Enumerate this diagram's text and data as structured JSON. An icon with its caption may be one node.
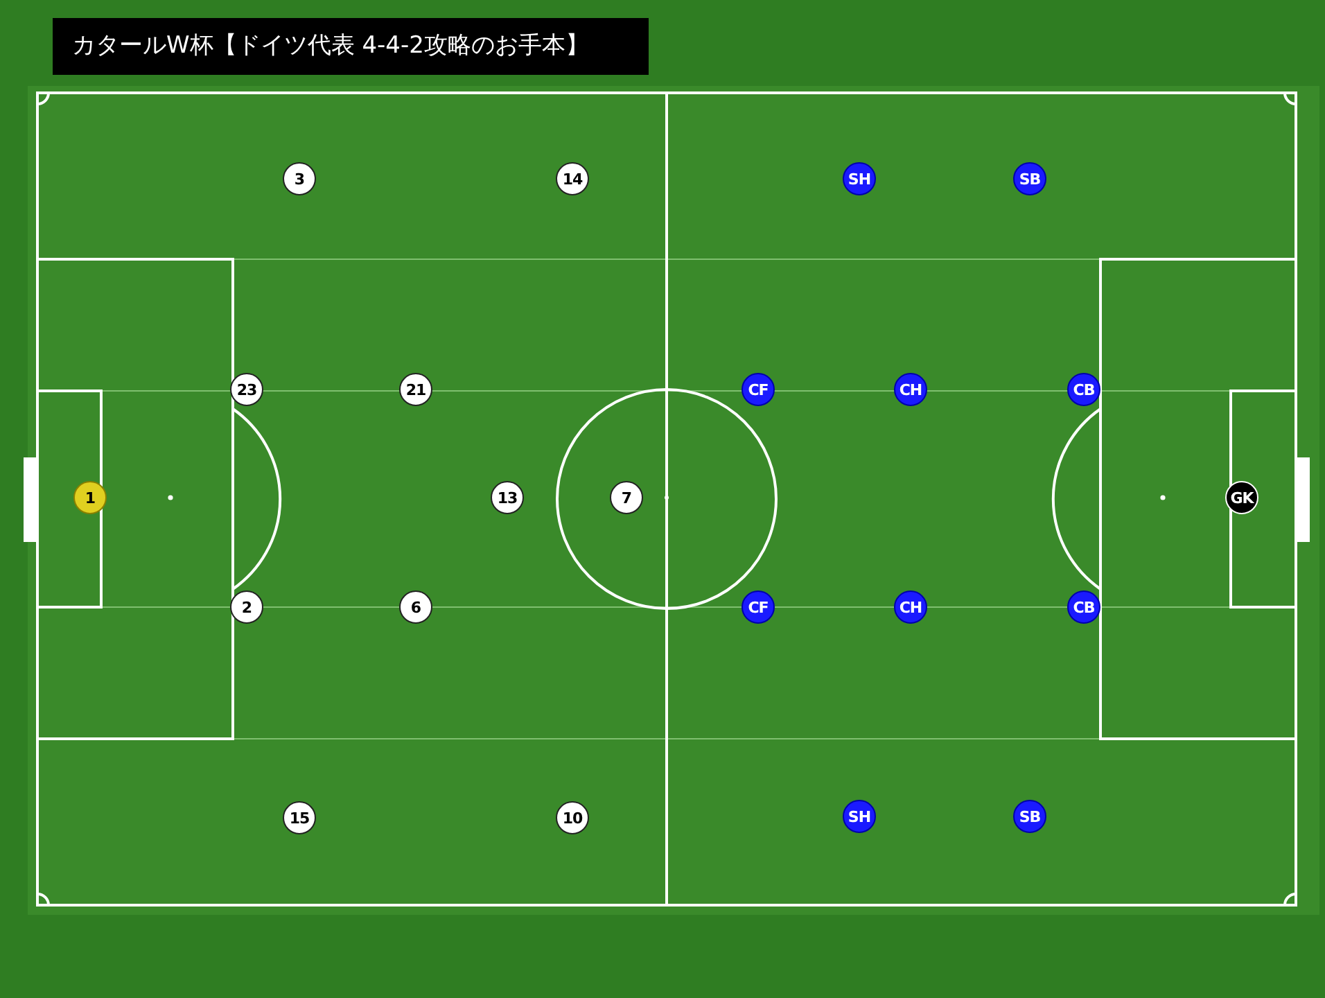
{
  "diagram": {
    "title": "カタールW杯【ドイツ代表 4-4-2攻略のお手本】",
    "nodes": [
      {
        "text": [
          "3"
        ]
      },
      {
        "text": [
          "14"
        ]
      },
      {
        "text": [
          "SH"
        ]
      },
      {
        "text": [
          "SB"
        ]
      },
      {
        "text": [
          "23"
        ]
      },
      {
        "text": [
          "21"
        ]
      },
      {
        "text": [
          "CF"
        ]
      },
      {
        "text": [
          "CH"
        ]
      },
      {
        "text": [
          "CB"
        ]
      },
      {
        "text": [
          "1"
        ]
      },
      {
        "text": [
          "13"
        ]
      },
      {
        "text": [
          "7"
        ]
      },
      {
        "text": [
          "GK"
        ]
      },
      {
        "text": [
          "2"
        ]
      },
      {
        "text": [
          "6"
        ]
      },
      {
        "text": [
          "CF"
        ]
      },
      {
        "text": [
          "CH"
        ]
      },
      {
        "text": [
          "CB"
        ]
      },
      {
        "text": [
          "15"
        ]
      },
      {
        "text": [
          "10"
        ]
      },
      {
        "text": [
          "SH"
        ]
      },
      {
        "text": [
          "SB"
        ]
      }
    ]
  }
}
